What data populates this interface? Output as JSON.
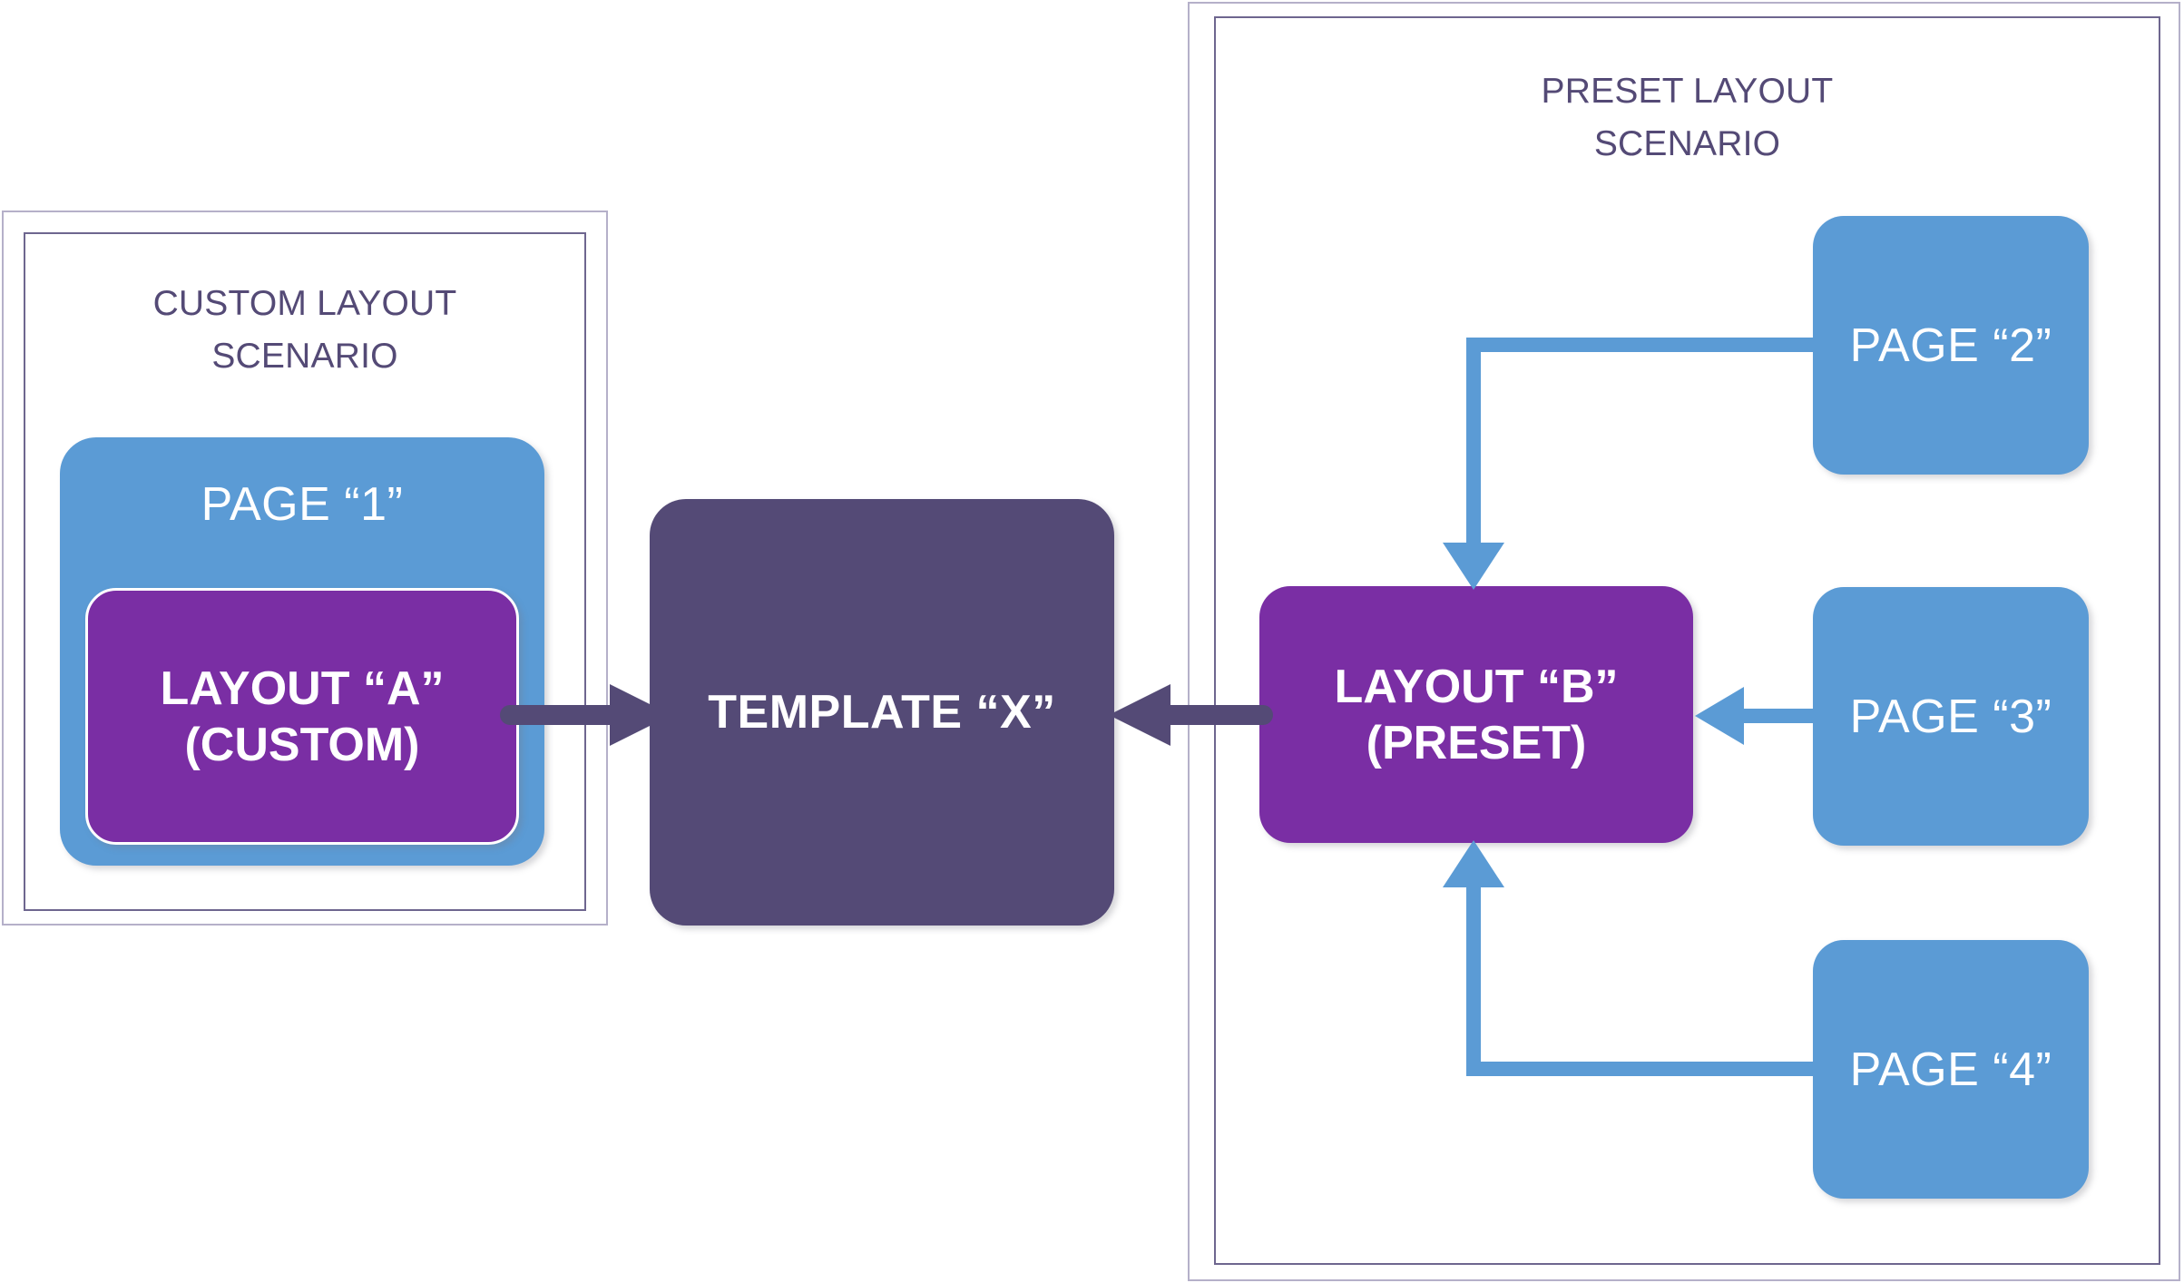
{
  "diagram": {
    "title_visible": false,
    "background": "#ffffff",
    "colors": {
      "page_blue": "#5B9BD5",
      "layout_purple": "#7A2EA4",
      "template_dark_purple": "#544A76",
      "panel_border_outer": "#B5B0C9",
      "panel_border_inner": "#6E668F",
      "label_text": "#544A76",
      "shape_text": "#FFFFFF"
    }
  },
  "panels": [
    {
      "id": "custom-layout-scenario",
      "title": "CUSTOM LAYOUT\nSCENARIO"
    },
    {
      "id": "preset-layout-scenario",
      "title": "PRESET LAYOUT\nSCENARIO"
    }
  ],
  "nodes": {
    "page1": {
      "label": "PAGE “1”",
      "color": "#5B9BD5",
      "shape": "rounded-rectangle"
    },
    "layout_a": {
      "label": "LAYOUT “A”\n(CUSTOM)",
      "color": "#7A2EA4",
      "shape": "rounded-rectangle"
    },
    "template_x": {
      "label": "TEMPLATE “X”",
      "color": "#544A76",
      "shape": "rounded-rectangle"
    },
    "layout_b": {
      "label": "LAYOUT “B”\n(PRESET)",
      "color": "#7A2EA4",
      "shape": "rounded-rectangle"
    },
    "page2": {
      "label": "PAGE “2”",
      "color": "#5B9BD5",
      "shape": "rounded-rectangle"
    },
    "page3": {
      "label": "PAGE “3”",
      "color": "#5B9BD5",
      "shape": "rounded-rectangle"
    },
    "page4": {
      "label": "PAGE “4”",
      "color": "#5B9BD5",
      "shape": "rounded-rectangle"
    }
  },
  "connectors": [
    {
      "id": "layout-a-to-template-x",
      "from": "layout_a",
      "to": "template_x",
      "color": "#544A76",
      "style": "straight-arrow",
      "direction": "right"
    },
    {
      "id": "layout-b-to-template-x",
      "from": "layout_b",
      "to": "template_x",
      "color": "#544A76",
      "style": "straight-arrow",
      "direction": "left"
    },
    {
      "id": "page2-to-layout-b",
      "from": "page2",
      "to": "layout_b",
      "color": "#5B9BD5",
      "style": "elbow-arrow",
      "direction": "down"
    },
    {
      "id": "page3-to-layout-b",
      "from": "page3",
      "to": "layout_b",
      "color": "#5B9BD5",
      "style": "straight-arrow",
      "direction": "left"
    },
    {
      "id": "page4-to-layout-b",
      "from": "page4",
      "to": "layout_b",
      "color": "#5B9BD5",
      "style": "elbow-arrow",
      "direction": "up"
    }
  ]
}
